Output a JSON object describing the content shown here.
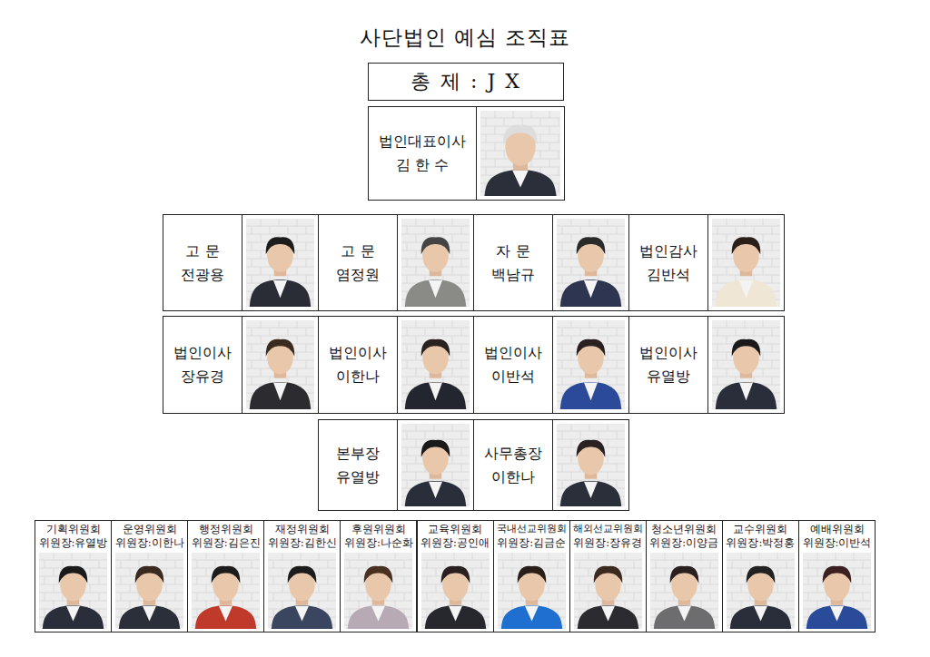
{
  "diagram": {
    "title": "사단법인 예심 조직표",
    "nodes": [
      {
        "text": [
          "총 제 : J X"
        ]
      },
      {
        "text": [
          "법인대표이사",
          "김 한 수"
        ]
      },
      {
        "text": [
          "고 문",
          "전광용"
        ]
      },
      {
        "text": [
          "고 문",
          "염정원"
        ]
      },
      {
        "text": [
          "자 문",
          "백남규"
        ]
      },
      {
        "text": [
          "법인감사",
          "김반석"
        ]
      },
      {
        "text": [
          "법인이사",
          "장유경"
        ]
      },
      {
        "text": [
          "법인이사",
          "이한나"
        ]
      },
      {
        "text": [
          "법인이사",
          "이반석"
        ]
      },
      {
        "text": [
          "법인이사",
          "유열방"
        ]
      },
      {
        "text": [
          "본부장",
          "유열방"
        ]
      },
      {
        "text": [
          "사무총장",
          "이한나"
        ]
      },
      {
        "text": [
          "기획위원회",
          "위원장:유열방"
        ]
      },
      {
        "text": [
          "운영위원회",
          "위원장:이한나"
        ]
      },
      {
        "text": [
          "행정위원회",
          "위원장:김은진"
        ]
      },
      {
        "text": [
          "재정위원회",
          "위원장:김한신"
        ]
      },
      {
        "text": [
          "후원위원회",
          "위원장:나순화"
        ]
      },
      {
        "text": [
          "교육위원회",
          "위원장:공인애"
        ]
      },
      {
        "text": [
          "국내선교위원회",
          "위원장:김금순"
        ]
      },
      {
        "text": [
          "해외선교위원회",
          "위원장:장유경"
        ]
      },
      {
        "text": [
          "청소년위원회",
          "위원장:이양금"
        ]
      },
      {
        "text": [
          "교수위원회",
          "위원장:박정홍"
        ]
      },
      {
        "text": [
          "예배위원회",
          "위원장:이반석"
        ]
      }
    ]
  }
}
